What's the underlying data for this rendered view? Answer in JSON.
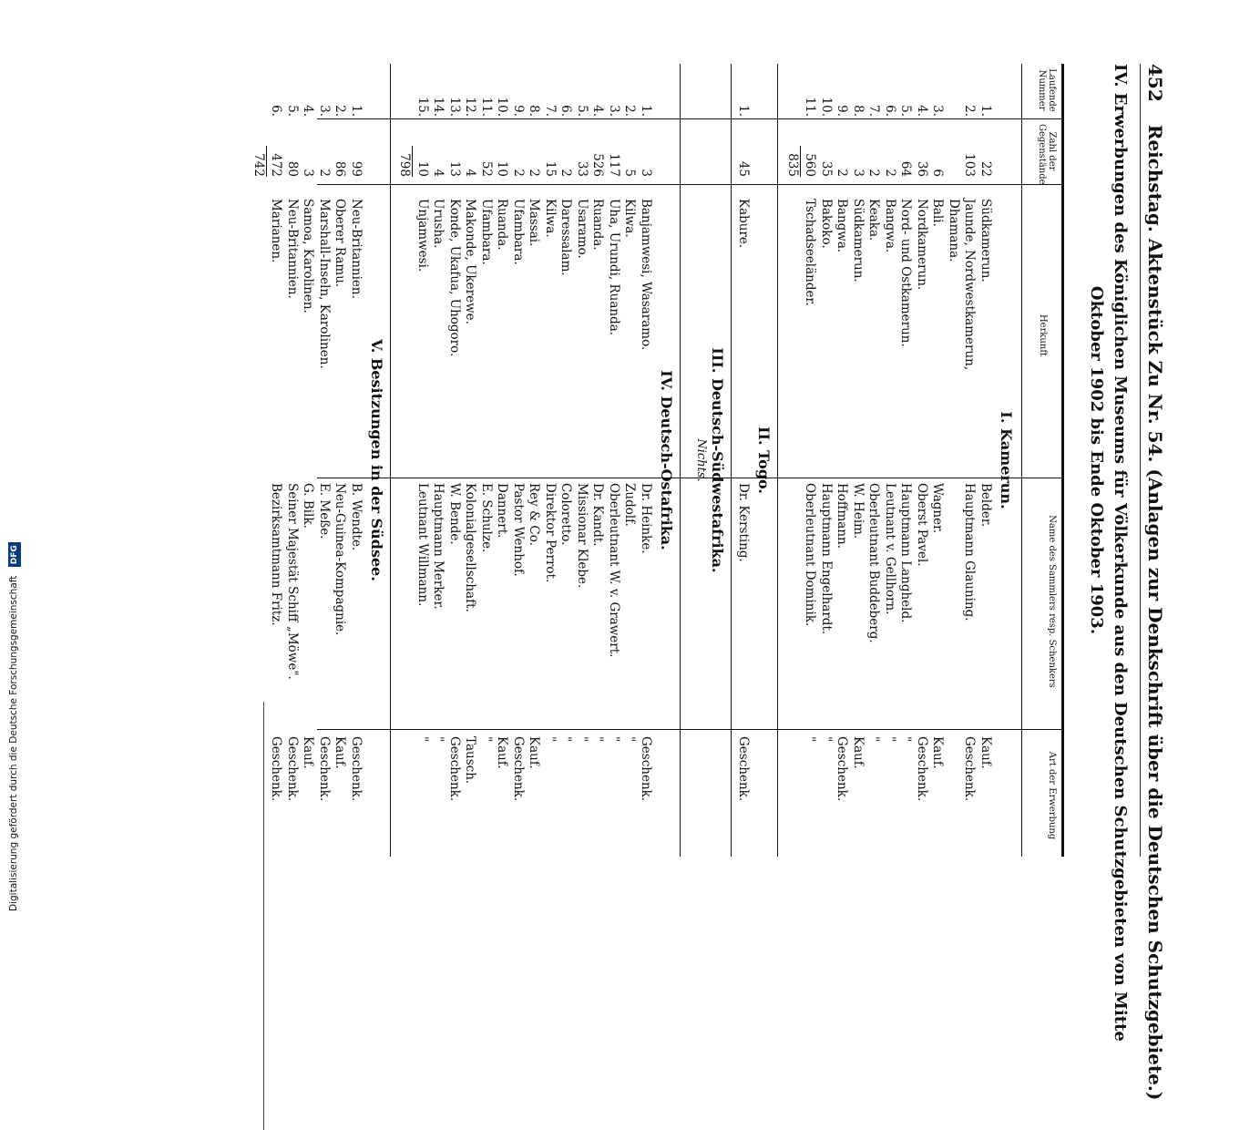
{
  "header": {
    "page_number": "452",
    "running_title": "Reichstag. Aktenstück Zu Nr. 54. (Anlagen zur Denkschrift über die Deutschen Schutzgebiete.)"
  },
  "title": {
    "line1": "IV. Erwerbungen des Königlichen Museums für Völkerkunde aus den Deutschen Schutzgebieten von Mitte",
    "line2": "Oktober 1902 bis Ende Oktober 1903."
  },
  "columns": {
    "num": "Laufende Nummer",
    "count": "Zahl der Gegenstände",
    "origin": "Herkunft",
    "name": "Name des Sammlers resp. Schenkers",
    "type": "Art der Erwerbung"
  },
  "sections": [
    {
      "heading": "I. Kamerun.",
      "rows": [
        [
          "1.",
          "22",
          "Südkamerun.",
          "Belder.",
          "Kauf."
        ],
        [
          "2.",
          "103",
          "Jaunde, Nordwestkamerun,",
          "Hauptmann Glauning.",
          "Geschenk."
        ],
        [
          "",
          "",
          "Dhamana.",
          "",
          ""
        ],
        [
          "3.",
          "6",
          "Bali.",
          "Wagner.",
          "Kauf."
        ],
        [
          "4.",
          "36",
          "Nordkamerun.",
          "Oberst Pavel.",
          "Geschenk."
        ],
        [
          "5.",
          "64",
          "Nord- und Ostkamerun.",
          "Hauptmann Langheld.",
          "\""
        ],
        [
          "6.",
          "2",
          "Bangwa.",
          "Leutnant v. Gellhorn.",
          "\""
        ],
        [
          "7.",
          "2",
          "Keaka.",
          "Oberleutnant Buddeberg.",
          "\""
        ],
        [
          "8.",
          "3",
          "Südkamerun.",
          "W. Heim.",
          "Kauf."
        ],
        [
          "9.",
          "2",
          "Bangwa.",
          "Hoffmann.",
          "Geschenk."
        ],
        [
          "10.",
          "35",
          "Bakoko.",
          "Hauptmann Engelhardt.",
          "\""
        ],
        [
          "11.",
          "560",
          "Tschadseeländer.",
          "Oberleutnant Dominik.",
          "\""
        ]
      ],
      "total": "835"
    },
    {
      "heading": "II. Togo.",
      "rows": [
        [
          "1.",
          "45",
          "Kabure.",
          "Dr. Kersting.",
          "Geschenk."
        ]
      ]
    },
    {
      "heading": "III. Deutsch-Südwestafrika.",
      "note": "Nichts."
    },
    {
      "heading": "IV. Deutsch-Ostafrika.",
      "rows": [
        [
          "1.",
          "3",
          "Banjamwesi, Wasaramo.",
          "Dr. Heinke.",
          "Geschenk."
        ],
        [
          "2.",
          "5",
          "Kilwa.",
          "Zudolf.",
          "\""
        ],
        [
          "3.",
          "117",
          "Uha, Urundi, Ruanda.",
          "Oberleutnant W. v. Grawert.",
          "\""
        ],
        [
          "4.",
          "526",
          "Ruanda.",
          "Dr. Kandt.",
          "\""
        ],
        [
          "5.",
          "33",
          "Usaramo.",
          "Missionar Klebe.",
          "\""
        ],
        [
          "6.",
          "2",
          "Daressalam.",
          "Coloretto.",
          "\""
        ],
        [
          "7.",
          "15",
          "Kilwa.",
          "Direktor Perrot.",
          "\""
        ],
        [
          "8.",
          "2",
          "Massai.",
          "Rey & Co.",
          "Kauf."
        ],
        [
          "9.",
          "2",
          "Ufambara.",
          "Pastor Wenhof.",
          "Geschenk."
        ],
        [
          "10.",
          "10",
          "Ruanda.",
          "Dannert.",
          "Kauf."
        ],
        [
          "11.",
          "52",
          "Ufambara.",
          "E. Schulze.",
          "\""
        ],
        [
          "12.",
          "4",
          "Makonde, Ukerewe.",
          "Kolonialgesellschaft.",
          "Tausch."
        ],
        [
          "13.",
          "13",
          "Konde, Ukafua, Uhogoro.",
          "W. Bende.",
          "Geschenk."
        ],
        [
          "14.",
          "4",
          "Urusha.",
          "Hauptmann Merker.",
          "\""
        ],
        [
          "15.",
          "10",
          "Unjamwesi.",
          "Leutnant Willmann.",
          "\""
        ]
      ],
      "total": "798"
    },
    {
      "heading": "V. Besitzungen in der Südsee.",
      "rows": [
        [
          "1.",
          "99",
          "Neu-Britannien.",
          "B. Wendte.",
          "Geschenk."
        ],
        [
          "2.",
          "86",
          "Oberer Ramu.",
          "Neu-Guinea-Kompagnie.",
          "Kauf."
        ],
        [
          "3.",
          "2",
          "Marshall-Inseln, Karolinen.",
          "E. Meße.",
          "Geschenk."
        ],
        [
          "4.",
          "3",
          "Samoa, Karolinen.",
          "G. Bilk.",
          "Kauf."
        ],
        [
          "5.",
          "80",
          "Neu-Britannien.",
          "Seiner Majestät Schiff „Möwe\".",
          "Geschenk."
        ],
        [
          "6.",
          "472",
          "Marianen.",
          "Bezirksamtmann Fritz.",
          "Geschenk."
        ]
      ],
      "total": "742"
    }
  ],
  "footer": {
    "credit": "Digitalisierung gefördert durch die Deutsche Forschungsgemeinschaft",
    "logo": "DFG"
  }
}
